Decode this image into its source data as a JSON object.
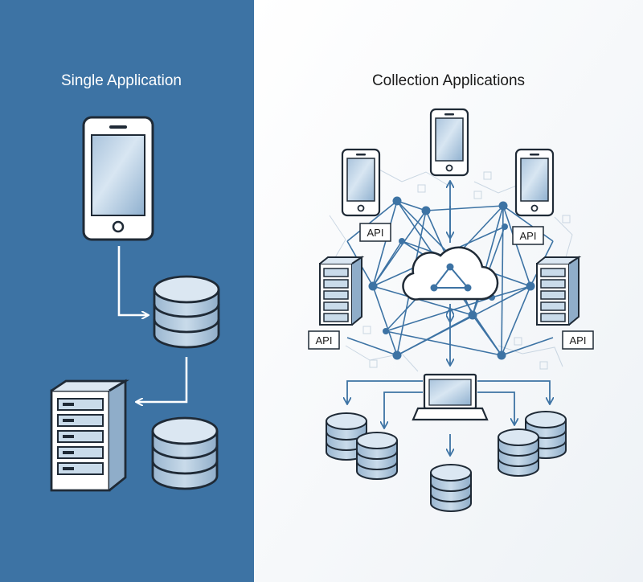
{
  "left_panel": {
    "title": "Single Application",
    "bg_color": "#3d73a4"
  },
  "right_panel": {
    "title": "Collection Applications",
    "api_label": "API",
    "accent_color": "#3d73a4"
  },
  "icons": [
    "smartphone-icon",
    "database-icon",
    "server-rack-icon",
    "cloud-icon",
    "laptop-icon",
    "api-tag-icon"
  ]
}
